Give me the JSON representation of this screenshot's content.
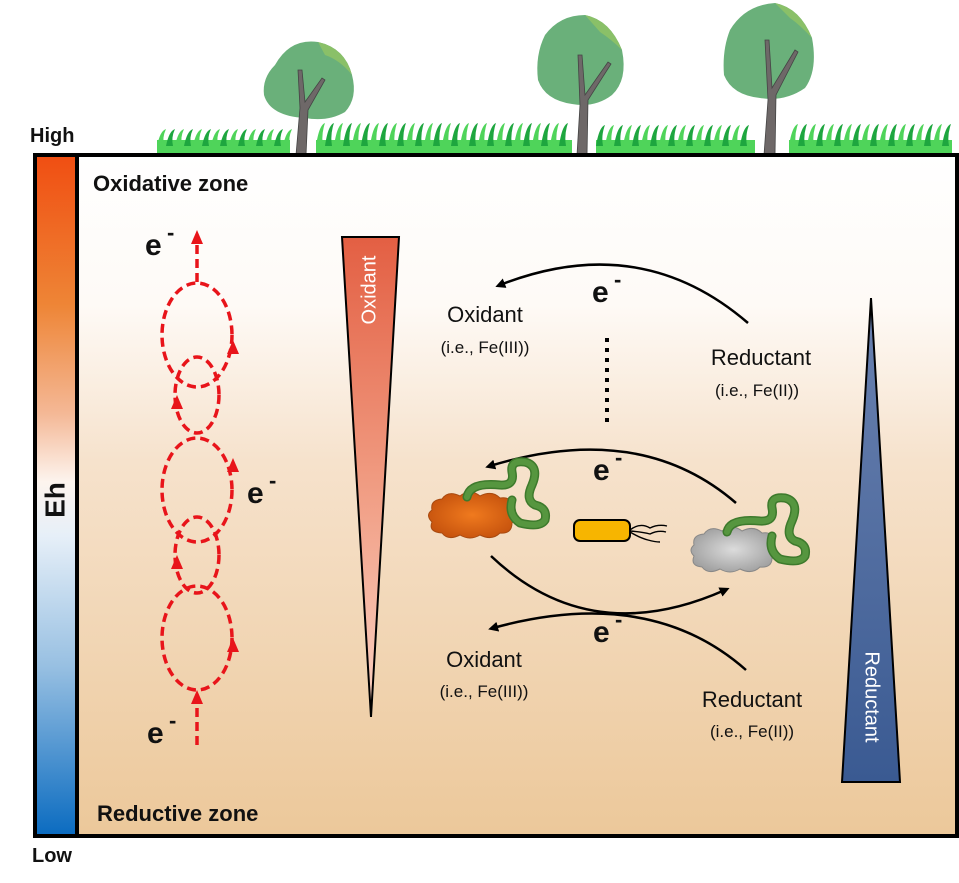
{
  "eh_scale": {
    "label": "Eh",
    "high_label": "High",
    "low_label": "Low",
    "top_color": "#f04e12",
    "mid_color": "#ffffff",
    "bottom_color": "#0a6bc0"
  },
  "zones": {
    "top": "Oxidative zone",
    "bottom": "Reductive zone"
  },
  "electron_chain": {
    "electron_symbol": "e",
    "charge": "-",
    "color": "#e8141a"
  },
  "wedges": {
    "oxidant": {
      "label": "Oxidant",
      "color": "#e8664a"
    },
    "reductant": {
      "label": "Reductant",
      "color": "#3f5f96"
    }
  },
  "reactions": {
    "upper": {
      "oxidant": "Oxidant",
      "oxidant_example": "(i.e., Fe(III))",
      "reductant": "Reductant",
      "reductant_example": "(i.e., Fe(II))"
    },
    "lower": {
      "oxidant": "Oxidant",
      "oxidant_example": "(i.e., Fe(III))",
      "reductant": "Reductant",
      "reductant_example": "(i.e., Fe(II))"
    }
  },
  "colors": {
    "soil_top": "#ffffff",
    "soil_bottom": "#ecc99b",
    "grass": "#4fd45a",
    "grass_dark": "#1ea63f",
    "tree_canopy": "#6ab07a",
    "tree_canopy_light": "#8ac068",
    "trunk": "#6e6868",
    "mineral_oxidized": "#e0661a",
    "mineral_reduced": "#b7b7b7",
    "nanowire": "#4a8a34",
    "bacterium": "#f7b500"
  }
}
